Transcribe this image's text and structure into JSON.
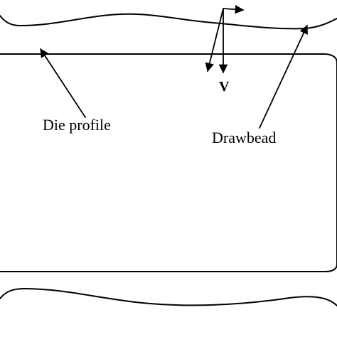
{
  "labels": {
    "die_profile": "Die profile",
    "drawbead": "Drawbead",
    "velocity": "V"
  },
  "colors": {
    "ink": "#000000",
    "background": "#ffffff"
  }
}
